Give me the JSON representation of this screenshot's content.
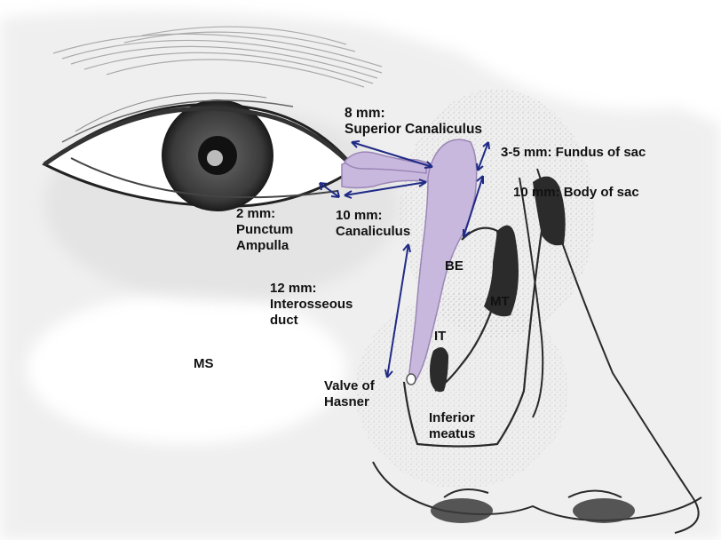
{
  "labels": {
    "superior_canaliculus": "8 mm:\nSuperior Canaliculus",
    "fundus": "3-5 mm: Fundus of sac",
    "body": "10 mm: Body of sac",
    "punctum": "2 mm:\nPunctum\nAmpulla",
    "canaliculus": "10 mm:\nCanaliculus",
    "interosseous": "12 mm:\nInterosseous\nduct",
    "be": "BE",
    "mt": "MT",
    "it": "IT",
    "ms": "MS",
    "hasner": "Valve of\nHasner",
    "inferior_meatus": "Inferior\nmeatus"
  },
  "colors": {
    "lacrimal_system": "#c9b8dd",
    "lacrimal_outline": "#9a86b6",
    "arrow": "#1f2a86",
    "skin_shade": "#c8c8c8",
    "line": "#222222",
    "iris": "#4a4a4a",
    "turbinate": "#2b2b2b"
  }
}
